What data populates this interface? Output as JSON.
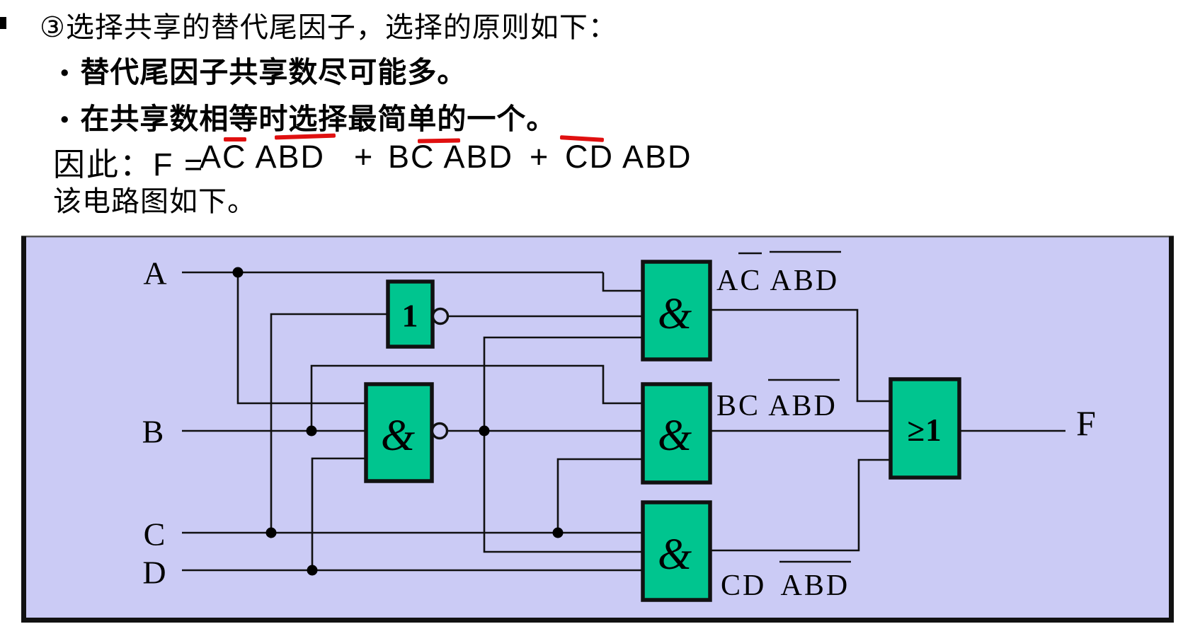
{
  "slide": {
    "line1": "③选择共享的替代尾因子，选择的原则如下：",
    "bullets": [
      {
        "marker": "●",
        "text": "替代尾因子共享数尽可能多。"
      },
      {
        "marker": "●",
        "text": "在共享数相等时选择最简单的一个。"
      }
    ],
    "formula": {
      "prefix": "因此：F =",
      "terms": [
        "AC ABD",
        "BC ABD",
        "CD ABD"
      ],
      "operator": "+",
      "note": "red hand-drawn overbars mark complements over C, ABD, ABD, D"
    },
    "caption": "该电路图如下。"
  },
  "circuit": {
    "inputs": {
      "a": "A",
      "b": "B",
      "c": "C",
      "d": "D"
    },
    "output_label": "F",
    "gates": {
      "not_label": "1",
      "and_label": "&",
      "or_label": "≥1"
    },
    "product_labels": {
      "and1": "AC ABD",
      "and2": "BC ABD",
      "and3": "CD ABD"
    }
  },
  "colors": {
    "panel_bg": "#cbcbf5",
    "gate_fill": "#00c58f",
    "wire": "#111111",
    "annotation_red": "#e01010",
    "border": "#111111"
  }
}
